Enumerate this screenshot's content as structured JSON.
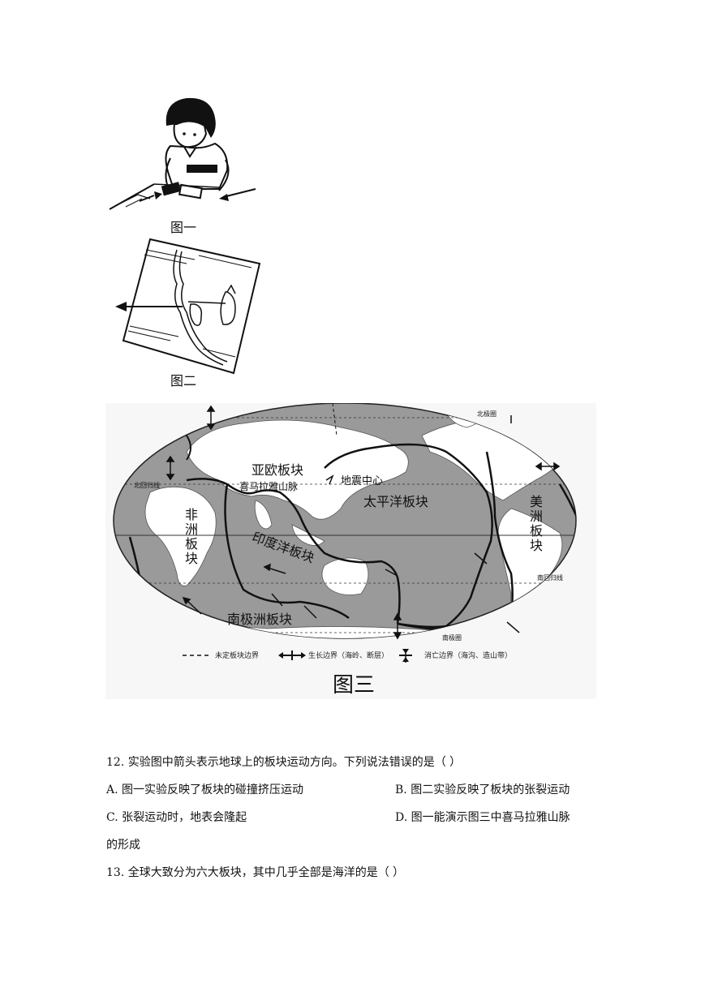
{
  "figures": {
    "fig1_caption": "图一",
    "fig2_caption": "图二",
    "fig3_caption": "图三"
  },
  "map": {
    "labels": {
      "eurasia": "亚欧板块",
      "himalaya": "喜马拉雅山脉",
      "quake": "地震中心",
      "pacific": "太平洋板块",
      "africa": [
        "非",
        "洲",
        "板",
        "块"
      ],
      "americas": [
        "美",
        "洲",
        "板",
        "块"
      ],
      "indian": "印度洋板块",
      "antarctic": "南极洲板块",
      "arctic_circle": "北极圈",
      "tropic_cancer": "北回归线",
      "tropic_capricorn": "南回归线",
      "antarctic_circle": "南极圈"
    },
    "legend": {
      "undetermined": "未定板块边界",
      "growth": "生长边界（海岭、断层）",
      "consumption": "消亡边界（海沟、造山带）"
    }
  },
  "questions": {
    "q12": {
      "stem": "12.  实验图中箭头表示地球上的板块运动方向。下列说法错误的是（     ）",
      "a": "A.  图一实验反映了板块的碰撞挤压运动",
      "b": "B.  图二实验反映了板块的张裂运动",
      "c": "C.  张裂运动时，地表会隆起",
      "d": "D.  图一能演示图三中喜马拉雅山脉",
      "d_cont": "的形成"
    },
    "q13": {
      "stem": "13.  全球大致分为六大板块，其中几乎全部是海洋的是（     ）"
    }
  }
}
